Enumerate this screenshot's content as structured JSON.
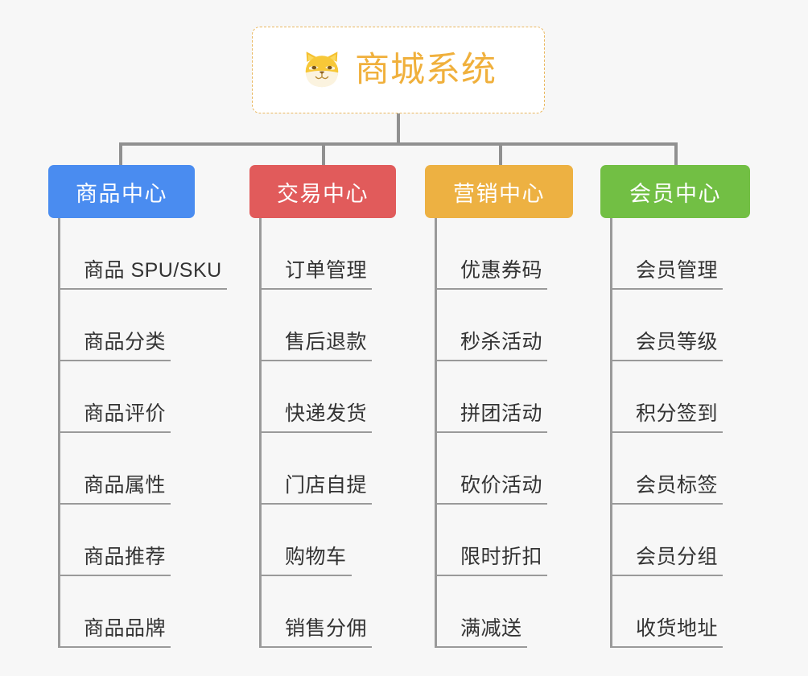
{
  "root": {
    "title": "商城系统",
    "icon": "shiba-dog-icon",
    "border_color": "#eab860",
    "text_color": "#f0b03c",
    "background": "#ffffff"
  },
  "canvas": {
    "background": "#f7f7f7",
    "connector_color": "#909090"
  },
  "categories": [
    {
      "label": "商品中心",
      "color": "#4a8cf0",
      "items": [
        "商品 SPU/SKU",
        "商品分类",
        "商品评价",
        "商品属性",
        "商品推荐",
        "商品品牌"
      ]
    },
    {
      "label": "交易中心",
      "color": "#e15b5b",
      "items": [
        "订单管理",
        "售后退款",
        "快递发货",
        "门店自提",
        "购物车",
        "销售分佣"
      ]
    },
    {
      "label": "营销中心",
      "color": "#edb142",
      "items": [
        "优惠券码",
        "秒杀活动",
        "拼团活动",
        "砍价活动",
        "限时折扣",
        "满减送"
      ]
    },
    {
      "label": "会员中心",
      "color": "#72bf44",
      "items": [
        "会员管理",
        "会员等级",
        "积分签到",
        "会员标签",
        "会员分组",
        "收货地址"
      ]
    }
  ]
}
